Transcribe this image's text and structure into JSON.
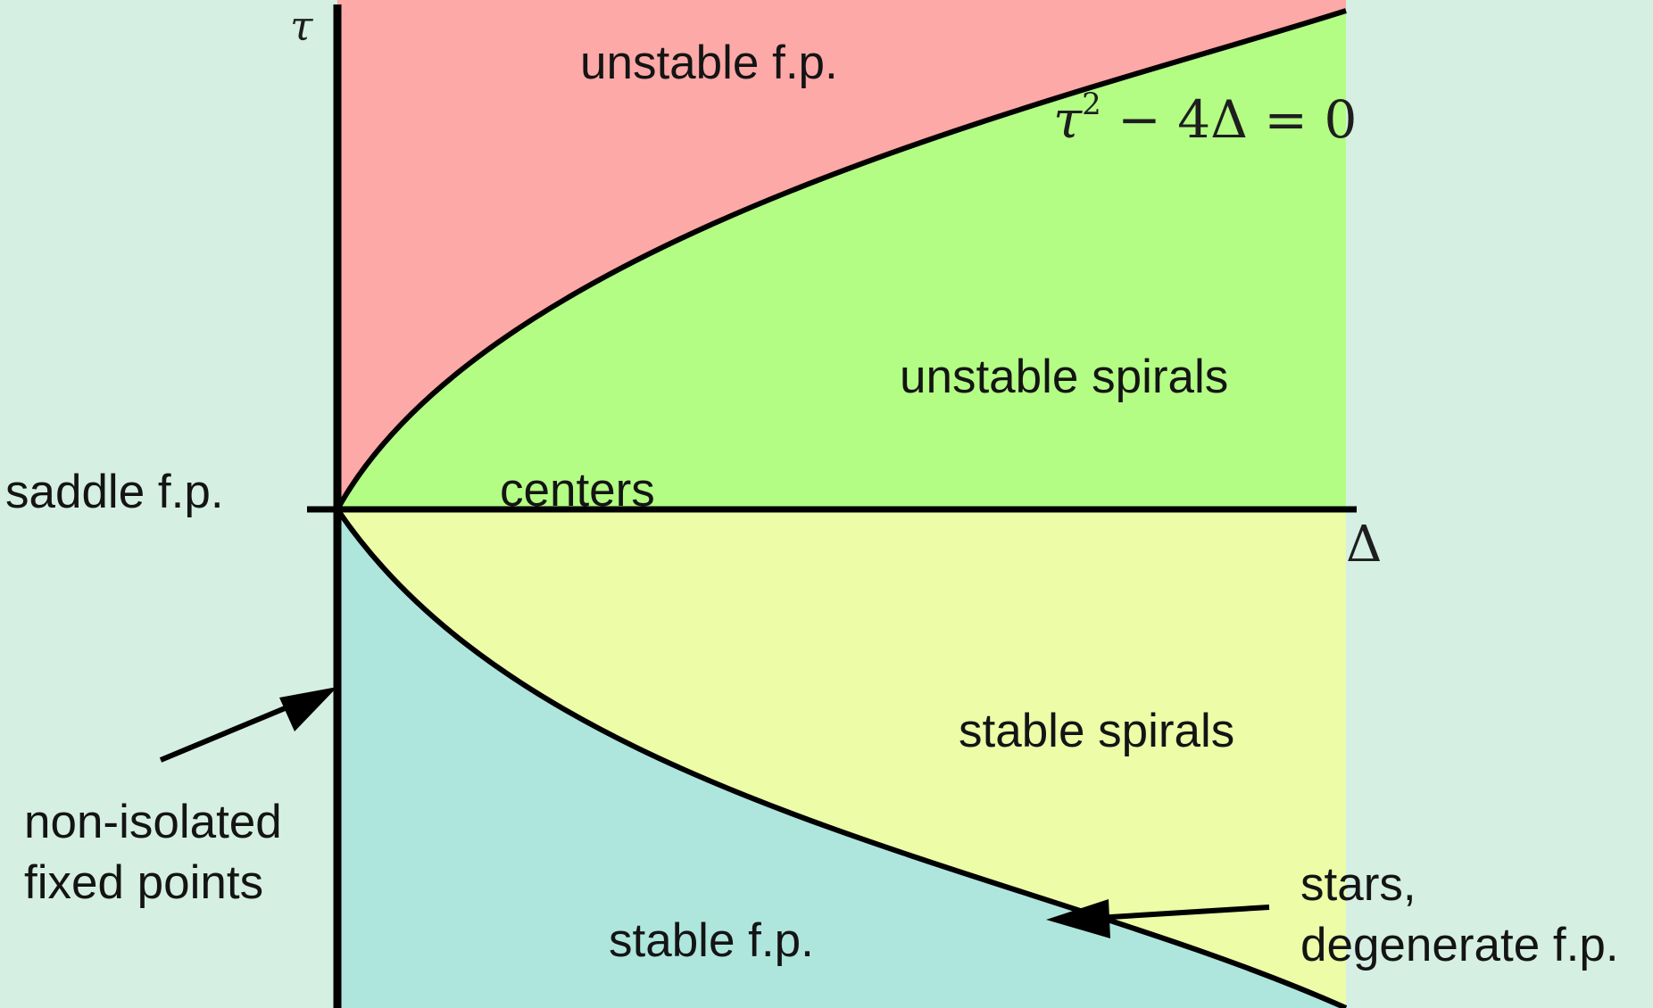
{
  "axes": {
    "x_label": "Δ",
    "y_label": "τ"
  },
  "curve": {
    "equation_lhs": "τ",
    "equation_exponent": "2",
    "equation_rest": " − 4Δ = 0"
  },
  "regions": {
    "unstable_fp": "unstable f.p.",
    "unstable_spirals": "unstable spirals",
    "centers": "centers",
    "saddle_fp": "saddle f.p.",
    "stable_spirals": "stable spirals",
    "stable_fp": "stable f.p."
  },
  "annotations": {
    "non_isolated_line1": "non-isolated",
    "non_isolated_line2": "fixed points",
    "stars_line1": "stars,",
    "stars_line2": "degenerate f.p."
  },
  "colors": {
    "background": "#d5efe3",
    "unstable_fp": "#fda9a8",
    "unstable_spirals": "#b3fd85",
    "stable_spirals": "#ecfca7",
    "stable_fp": "#aee6dd",
    "line": "#000000"
  }
}
